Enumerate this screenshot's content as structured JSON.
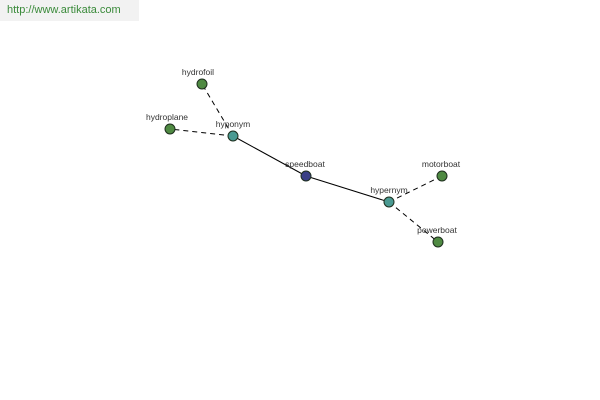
{
  "banner": {
    "url_text": "http://www.artikata.com"
  },
  "colors": {
    "center_node": "#3a3f86",
    "relation_node": "#4a9a92",
    "word_node": "#4f8a42",
    "url_text": "#3a8a3a"
  },
  "graph": {
    "nodes": [
      {
        "id": "speedboat",
        "label": "speedboat",
        "kind": "center"
      },
      {
        "id": "hyponym",
        "label": "hyponym",
        "kind": "relation"
      },
      {
        "id": "hypernym",
        "label": "hypernym",
        "kind": "relation"
      },
      {
        "id": "hydrofoil",
        "label": "hydrofoil",
        "kind": "word"
      },
      {
        "id": "hydroplane",
        "label": "hydroplane",
        "kind": "word"
      },
      {
        "id": "motorboat",
        "label": "motorboat",
        "kind": "word"
      },
      {
        "id": "powerboat",
        "label": "powerboat",
        "kind": "word"
      }
    ],
    "edges": [
      {
        "from": "speedboat",
        "to": "hyponym",
        "style": "solid"
      },
      {
        "from": "speedboat",
        "to": "hypernym",
        "style": "solid"
      },
      {
        "from": "hyponym",
        "to": "hydrofoil",
        "style": "dashed"
      },
      {
        "from": "hyponym",
        "to": "hydroplane",
        "style": "dashed"
      },
      {
        "from": "hypernym",
        "to": "motorboat",
        "style": "dashed"
      },
      {
        "from": "hypernym",
        "to": "powerboat",
        "style": "dashed"
      }
    ]
  }
}
